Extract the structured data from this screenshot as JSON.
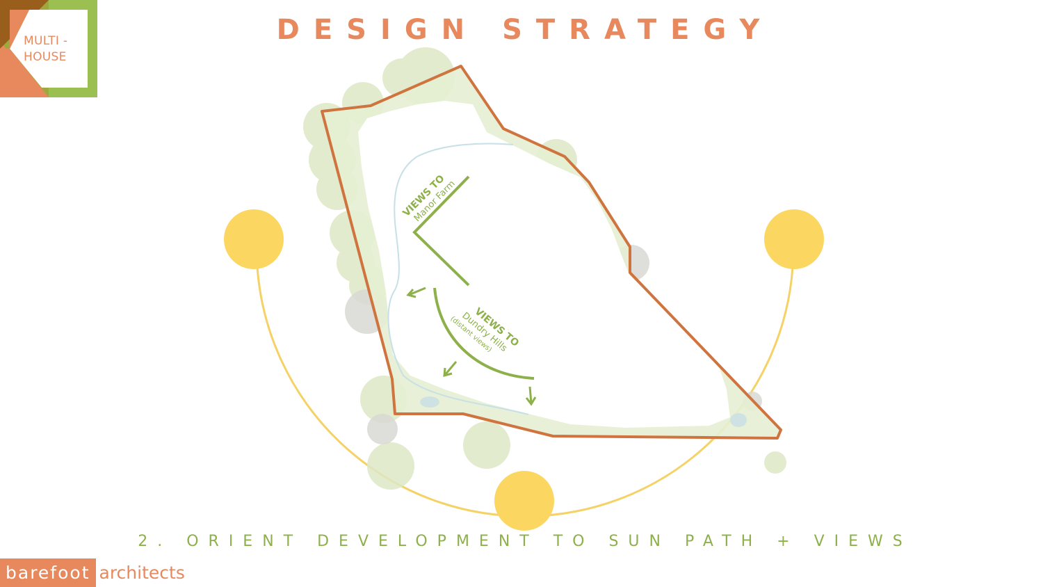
{
  "logo": {
    "line1": "MULTI -",
    "line2": "HOUSE"
  },
  "title": "DESIGN STRATEGY",
  "subtitle": "2. ORIENT DEVELOPMENT TO SUN PATH + VIEWS",
  "views": {
    "manor": {
      "heading": "VIEWS TO",
      "place": "Manor Farm"
    },
    "dundry": {
      "heading": "VIEWS TO",
      "place": "Dundry Hills",
      "note": "(distant views)"
    }
  },
  "brand": {
    "primary": "barefoot",
    "secondary": "architects"
  },
  "colors": {
    "accent_orange": "#e8895d",
    "boundary": "#d0743f",
    "views_green": "#8db04a",
    "sun_yellow": "#fbd661",
    "sun_path": "#f5d266",
    "vegetation": "#dde8c6",
    "stream": "#c7dfe7"
  },
  "icons": {
    "sun": "sun-icon",
    "arrow": "arrow-icon",
    "tree": "tree-icon"
  }
}
